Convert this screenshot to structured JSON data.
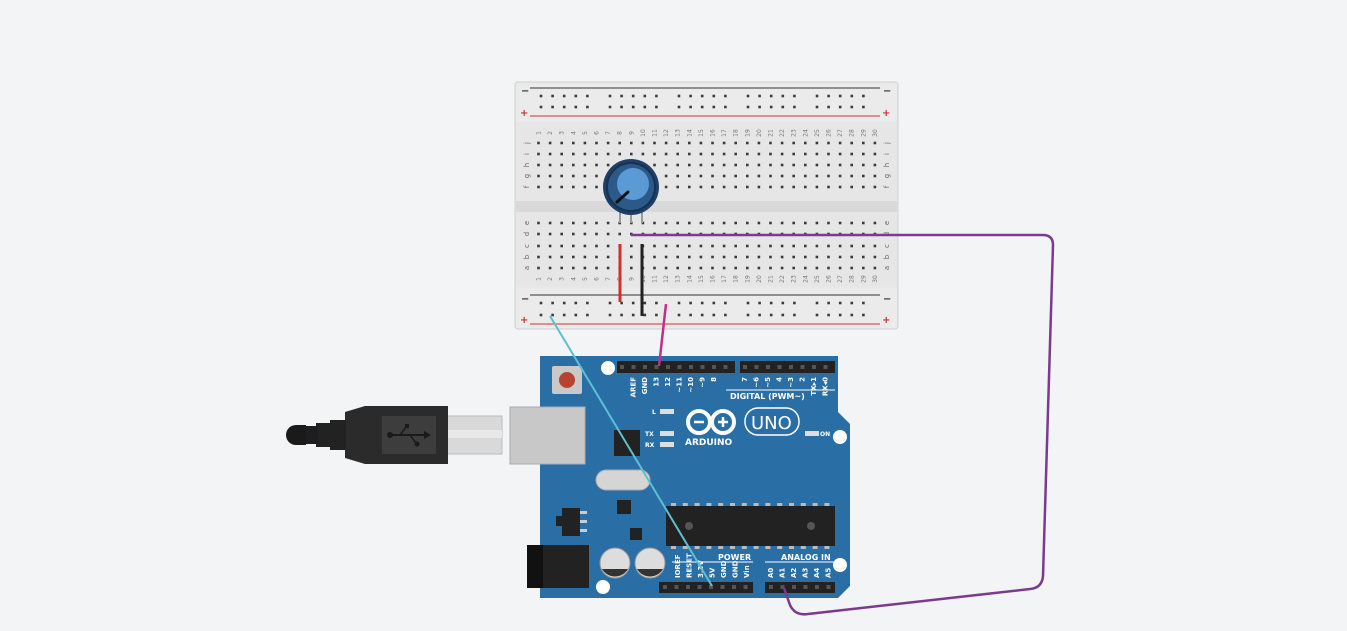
{
  "breadboard": {
    "columns": [
      "1",
      "2",
      "3",
      "4",
      "5",
      "6",
      "7",
      "8",
      "9",
      "10",
      "11",
      "12",
      "13",
      "14",
      "15",
      "16",
      "17",
      "18",
      "19",
      "20",
      "21",
      "22",
      "23",
      "24",
      "25",
      "26",
      "27",
      "28",
      "29",
      "30"
    ],
    "rows_top": [
      "j",
      "i",
      "h",
      "g",
      "f"
    ],
    "rows_bottom": [
      "e",
      "d",
      "c",
      "b",
      "a"
    ],
    "rail_minus": "−",
    "rail_plus": "+"
  },
  "arduino": {
    "logo_text": "ARDUINO",
    "model": "UNO",
    "digital_label": "DIGITAL (PWM~)",
    "power_label": "POWER",
    "analog_label": "ANALOG IN",
    "on_label": "ON",
    "led_l": "L",
    "led_tx": "TX",
    "led_rx": "RX",
    "digital_pins": [
      "AREF",
      "GND",
      "13",
      "12",
      "~11",
      "~10",
      "~9",
      "8",
      "7",
      "~6",
      "~5",
      "4",
      "~3",
      "2",
      "TX▸1",
      "RX◂0"
    ],
    "power_pins": [
      "IOREF",
      "RESET",
      "3.3V",
      "5V",
      "GND",
      "GND",
      "Vin"
    ],
    "analog_pins": [
      "A0",
      "A1",
      "A2",
      "A3",
      "A4",
      "A5"
    ]
  },
  "colors": {
    "background": "#f3f4f6",
    "board_blue": "#2a6ea6",
    "breadboard": "#e6e6e6",
    "wire_purple": "#7b3a8f",
    "wire_magenta": "#c0308a",
    "wire_cyan": "#5bc0d0",
    "wire_red": "#d32f2f",
    "wire_black": "#222222",
    "rail_red": "#d32f2f"
  }
}
